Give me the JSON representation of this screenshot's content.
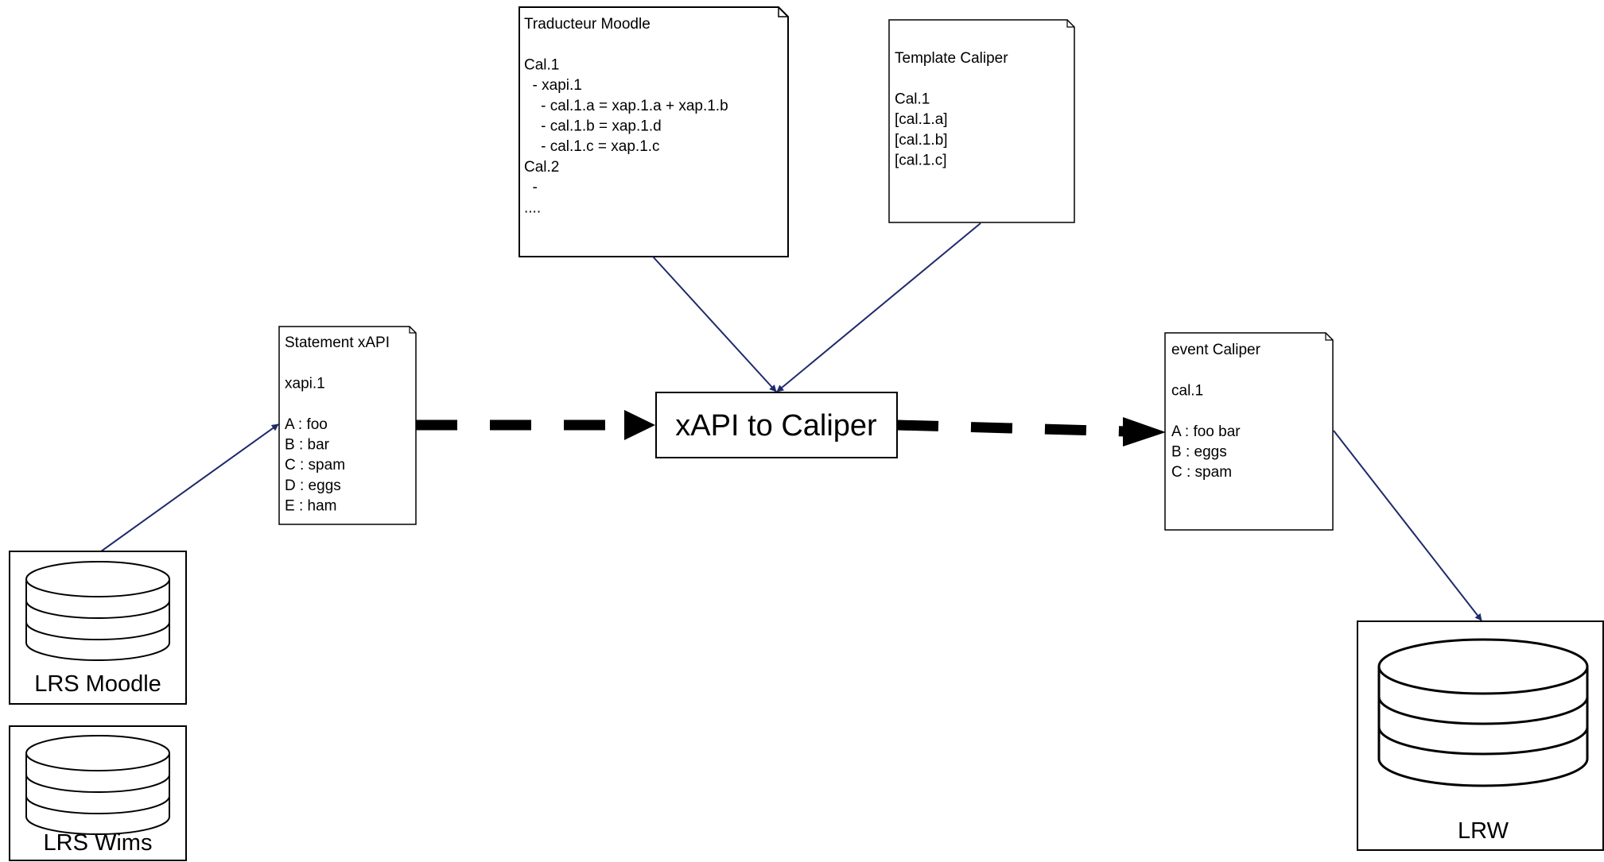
{
  "traducteur": {
    "title": "Traducteur Moodle",
    "lines": [
      "",
      "Cal.1",
      "  - xapi.1",
      "    - cal.1.a = xap.1.a + xap.1.b",
      "    - cal.1.b = xap.1.d",
      "    - cal.1.c = xap.1.c",
      "Cal.2",
      "  -",
      "...."
    ]
  },
  "template": {
    "title": "Template Caliper",
    "lines": [
      "",
      "Cal.1",
      "[cal.1.a]",
      "[cal.1.b]",
      "[cal.1.c]"
    ]
  },
  "statement": {
    "title": "Statement xAPI",
    "lines": [
      "",
      "xapi.1",
      "",
      "A : foo",
      "B : bar",
      "C : spam",
      "D : eggs",
      "E : ham"
    ]
  },
  "event": {
    "title": "event Caliper",
    "lines": [
      "",
      "cal.1",
      "",
      "A : foo bar",
      "B : eggs",
      "C : spam"
    ]
  },
  "converter": {
    "label": "xAPI to Caliper"
  },
  "databases": {
    "lrs_moodle": "LRS Moodle",
    "lrs_wims": "LRS Wims",
    "lrw": "LRW"
  },
  "colors": {
    "connector": "#1f2a6b",
    "ink": "#000000"
  }
}
